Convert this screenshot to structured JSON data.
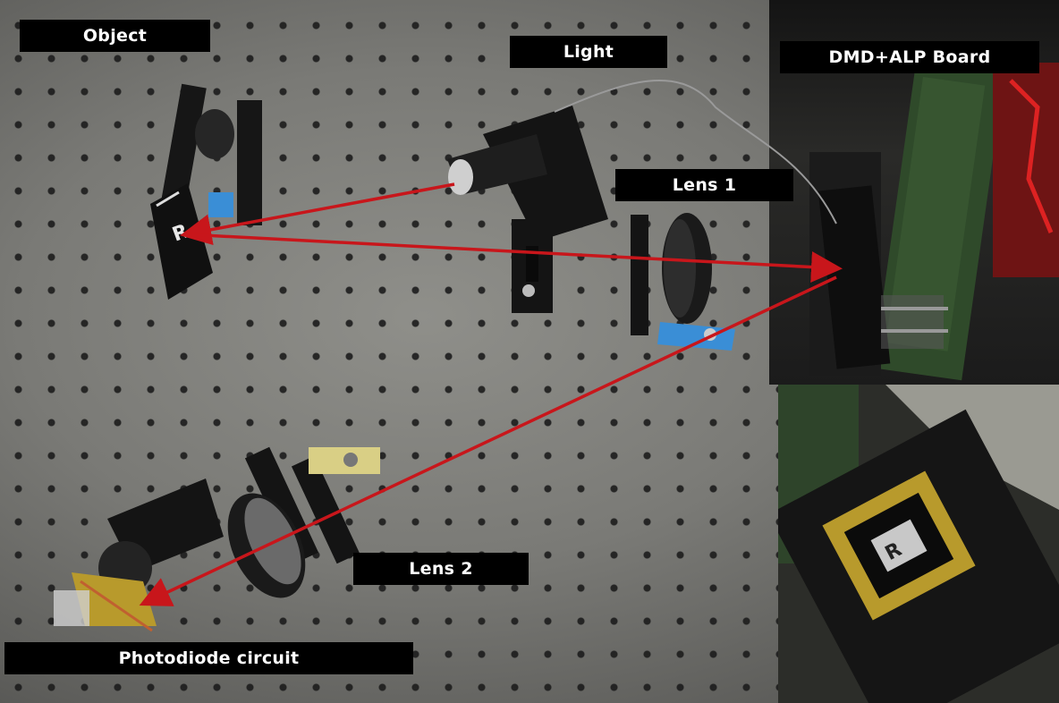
{
  "labels": {
    "object": "Object",
    "light": "Light",
    "dmd": "DMD+ALP Board",
    "lens1": "Lens 1",
    "lens2": "Lens 2",
    "photodiode": "Photodiode circuit"
  },
  "colors": {
    "beam": "#c8161b",
    "label_bg": "#000000",
    "label_text": "#ffffff",
    "board_green": "#2f4a2a",
    "mount_black": "#161616",
    "clamp_blue": "#3a8ed6",
    "clamp_yellow": "#d9cf85",
    "dmd_gold": "#b89a2c"
  }
}
